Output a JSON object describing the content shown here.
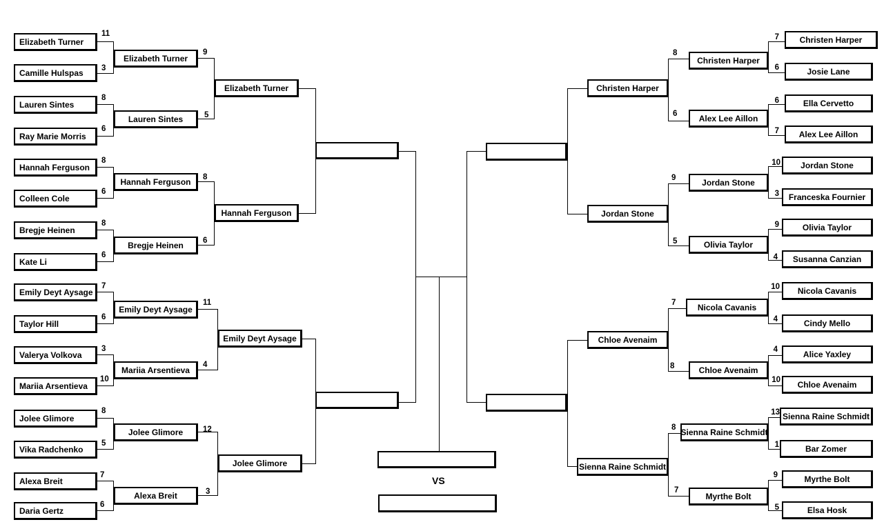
{
  "left": {
    "round1": [
      {
        "name": "Elizabeth Turner",
        "score": "11"
      },
      {
        "name": "Camille Hulspas",
        "score": "3"
      },
      {
        "name": "Lauren Sintes",
        "score": "8"
      },
      {
        "name": "Ray Marie Morris",
        "score": "6"
      },
      {
        "name": "Hannah Ferguson",
        "score": "8"
      },
      {
        "name": "Colleen Cole",
        "score": "6"
      },
      {
        "name": "Bregje Heinen",
        "score": "8"
      },
      {
        "name": "Kate Li",
        "score": "6"
      },
      {
        "name": "Emily Deyt Aysage",
        "score": "7"
      },
      {
        "name": "Taylor Hill",
        "score": "6"
      },
      {
        "name": "Valerya Volkova",
        "score": "3"
      },
      {
        "name": "Mariia Arsentieva",
        "score": "10"
      },
      {
        "name": "Jolee Glimore",
        "score": "8"
      },
      {
        "name": "Vika Radchenko",
        "score": "5"
      },
      {
        "name": "Alexa Breit",
        "score": "7"
      },
      {
        "name": "Daria Gertz",
        "score": "6"
      }
    ],
    "round2": [
      {
        "name": "Elizabeth Turner",
        "score": "9"
      },
      {
        "name": "Lauren Sintes",
        "score": "5"
      },
      {
        "name": "Hannah Ferguson",
        "score": "8"
      },
      {
        "name": "Bregje Heinen",
        "score": "6"
      },
      {
        "name": "Emily Deyt Aysage",
        "score": "11"
      },
      {
        "name": "Mariia Arsentieva",
        "score": "4"
      },
      {
        "name": "Jolee Glimore",
        "score": "12"
      },
      {
        "name": "Alexa Breit",
        "score": "3"
      }
    ],
    "round3": [
      {
        "name": "Elizabeth Turner"
      },
      {
        "name": "Hannah Ferguson"
      },
      {
        "name": "Emily Deyt Aysage"
      },
      {
        "name": "Jolee Glimore"
      }
    ],
    "semis": [
      {
        "name": ""
      },
      {
        "name": ""
      }
    ]
  },
  "right": {
    "round1": [
      {
        "name": "Christen Harper",
        "score": "7"
      },
      {
        "name": "Josie Lane",
        "score": "6"
      },
      {
        "name": "Ella Cervetto",
        "score": "6"
      },
      {
        "name": "Alex Lee Aillon",
        "score": "7"
      },
      {
        "name": "Jordan Stone",
        "score": "10"
      },
      {
        "name": "Franceska Fournier",
        "score": "3"
      },
      {
        "name": "Olivia Taylor",
        "score": "9"
      },
      {
        "name": "Susanna Canzian",
        "score": "4"
      },
      {
        "name": "Nicola Cavanis",
        "score": "10"
      },
      {
        "name": "Cindy Mello",
        "score": "4"
      },
      {
        "name": "Alice Yaxley",
        "score": "4"
      },
      {
        "name": "Chloe Avenaim",
        "score": "10"
      },
      {
        "name": "Sienna Raine Schmidt",
        "score": "13"
      },
      {
        "name": "Bar Zomer",
        "score": "1"
      },
      {
        "name": "Myrthe Bolt",
        "score": "9"
      },
      {
        "name": "Elsa Hosk",
        "score": "5"
      }
    ],
    "round2": [
      {
        "name": "Christen Harper",
        "score": "8"
      },
      {
        "name": "Alex Lee Aillon",
        "score": "6"
      },
      {
        "name": "Jordan Stone",
        "score": "9"
      },
      {
        "name": "Olivia Taylor",
        "score": "5"
      },
      {
        "name": "Nicola Cavanis",
        "score": "7"
      },
      {
        "name": "Chloe Avenaim",
        "score": "8"
      },
      {
        "name": "Sienna Raine Schmidt",
        "score": "8"
      },
      {
        "name": "Myrthe Bolt",
        "score": "7"
      }
    ],
    "round3": [
      {
        "name": "Christen Harper"
      },
      {
        "name": "Jordan Stone"
      },
      {
        "name": "Chloe Avenaim"
      },
      {
        "name": "Sienna Raine Schmidt"
      }
    ],
    "semis": [
      {
        "name": ""
      },
      {
        "name": ""
      }
    ]
  },
  "final": {
    "top": "",
    "bottom": "",
    "vs_label": "VS"
  }
}
